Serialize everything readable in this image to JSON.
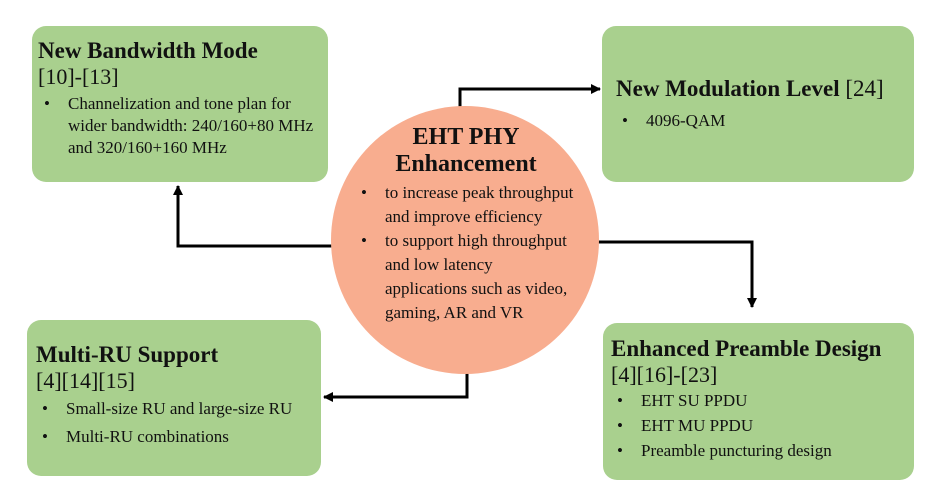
{
  "colors": {
    "box_fill": "#a9d08e",
    "circle_fill": "#f8ad8f",
    "arrow": "#000000",
    "text": "#111111"
  },
  "center": {
    "title_line1": "EHT PHY",
    "title_line2": "Enhancement",
    "bullets": [
      "to increase peak throughput and improve efficiency",
      "to support high throughput and low latency applications such as video, gaming, AR and VR"
    ]
  },
  "bandwidth": {
    "title": "New Bandwidth Mode",
    "refs": "[10]-[13]",
    "bullets": [
      "Channelization and tone plan for wider bandwidth: 240/160+80 MHz and 320/160+160 MHz"
    ]
  },
  "modulation": {
    "title": "New Modulation Level",
    "ref": "[24]",
    "bullets": [
      "4096-QAM"
    ]
  },
  "multiru": {
    "title": "Multi-RU Support",
    "refs": "[4][14][15]",
    "bullets": [
      "Small-size RU and large-size RU",
      "Multi-RU combinations"
    ]
  },
  "preamble": {
    "title": "Enhanced Preamble Design",
    "refs": "[4][16]-[23]",
    "bullets": [
      "EHT SU PPDU",
      "EHT MU PPDU",
      "Preamble puncturing design"
    ]
  }
}
